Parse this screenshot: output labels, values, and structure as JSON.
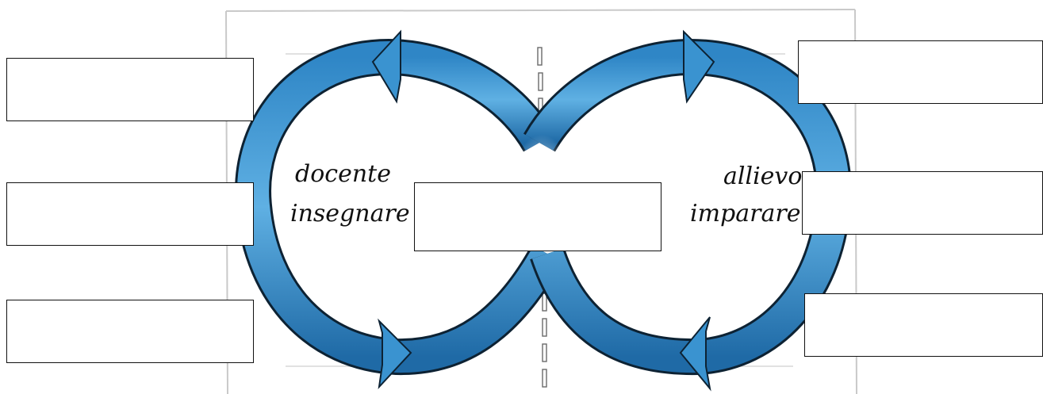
{
  "labels": {
    "left_role": "docente",
    "left_action": "insegnare",
    "right_role": "allievo",
    "right_action": "imparare"
  },
  "colors": {
    "arrow_dark": "#1b5f96",
    "arrow_mid": "#3a93d0",
    "arrow_light": "#9fd2f2",
    "outline": "#0d2233",
    "frame": "#c9c9c9"
  },
  "answer_boxes": [
    {
      "id": "top-left",
      "value": ""
    },
    {
      "id": "middle-left",
      "value": ""
    },
    {
      "id": "bottom-left",
      "value": ""
    },
    {
      "id": "center",
      "value": ""
    },
    {
      "id": "top-right",
      "value": ""
    },
    {
      "id": "middle-right",
      "value": ""
    },
    {
      "id": "bottom-right",
      "value": ""
    }
  ]
}
